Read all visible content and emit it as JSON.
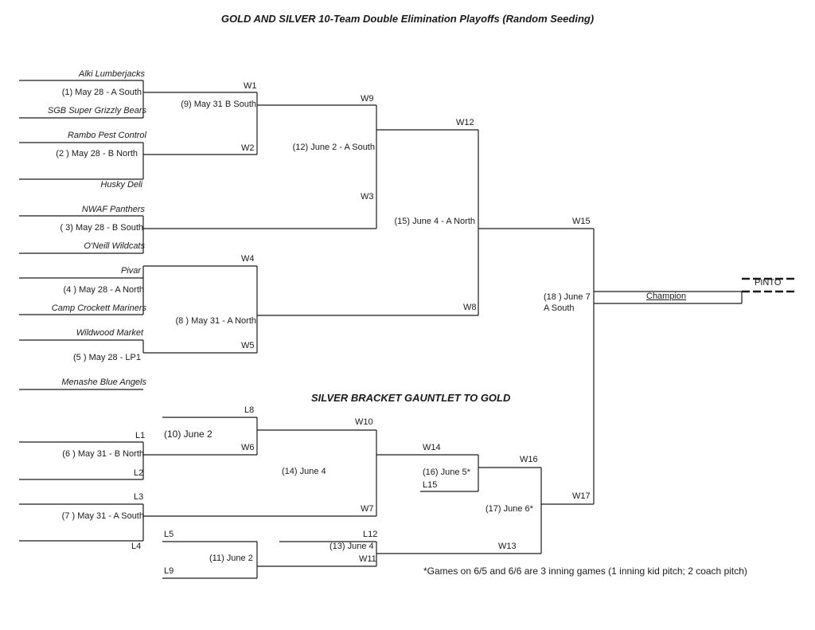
{
  "title": "GOLD AND SILVER 10-Team Double Elimination Playoffs (Random Seeding)",
  "silver_title": "SILVER BRACKET GAUNTLET TO GOLD",
  "teams": [
    "Alki Lumberjacks",
    "SGB Super Grizzly Bears",
    "Rambo Pest Control",
    "Husky Deli",
    "NWAF Panthers",
    "O'Neill Wildcats",
    "Pivar",
    "Camp Crockett Mariners",
    "Wildwood Market",
    "Menashe Blue Angels"
  ],
  "games": {
    "g1": "(1) May 28 - A South",
    "g2": "(2 ) May 28 - B North",
    "g3": "( 3) May 28 - B South",
    "g4": "(4 ) May 28 - A North",
    "g5": "(5 ) May 28 - LP1",
    "g6": "(6 ) May 31 - B North",
    "g7": "(7 ) May 31 - A South",
    "g8": "(8 ) May 31 - A North",
    "g9": "(9) May 31 B South",
    "g10": "(10) June 2",
    "g11": "(11) June 2",
    "g12": "(12) June 2 - A South",
    "g13": "(13) June 4",
    "g14": "(14) June 4",
    "g15": "(15) June 4 - A North",
    "g16": "(16) June 5*",
    "g17": "(17) June 6*",
    "g18_line1": "(18 ) June 7",
    "g18_line2": "A South"
  },
  "labels": {
    "W1": "W1",
    "W2": "W2",
    "W3": "W3",
    "W4": "W4",
    "W5": "W5",
    "W6": "W6",
    "W7": "W7",
    "W8": "W8",
    "W9": "W9",
    "W10": "W10",
    "W11": "W11",
    "W12": "W12",
    "W13": "W13",
    "W14": "W14",
    "W15": "W15",
    "W16": "W16",
    "W17": "W17",
    "L1": "L1",
    "L2": "L2",
    "L3": "L3",
    "L4": "L4",
    "L5": "L5",
    "L8": "L8",
    "L9": "L9",
    "L12": "L12",
    "L15": "L15"
  },
  "champion": "Champion",
  "pinto": "PINTO",
  "note": "*Games on 6/5 and 6/6 are 3 inning games (1 inning kid pitch; 2 coach pitch)"
}
